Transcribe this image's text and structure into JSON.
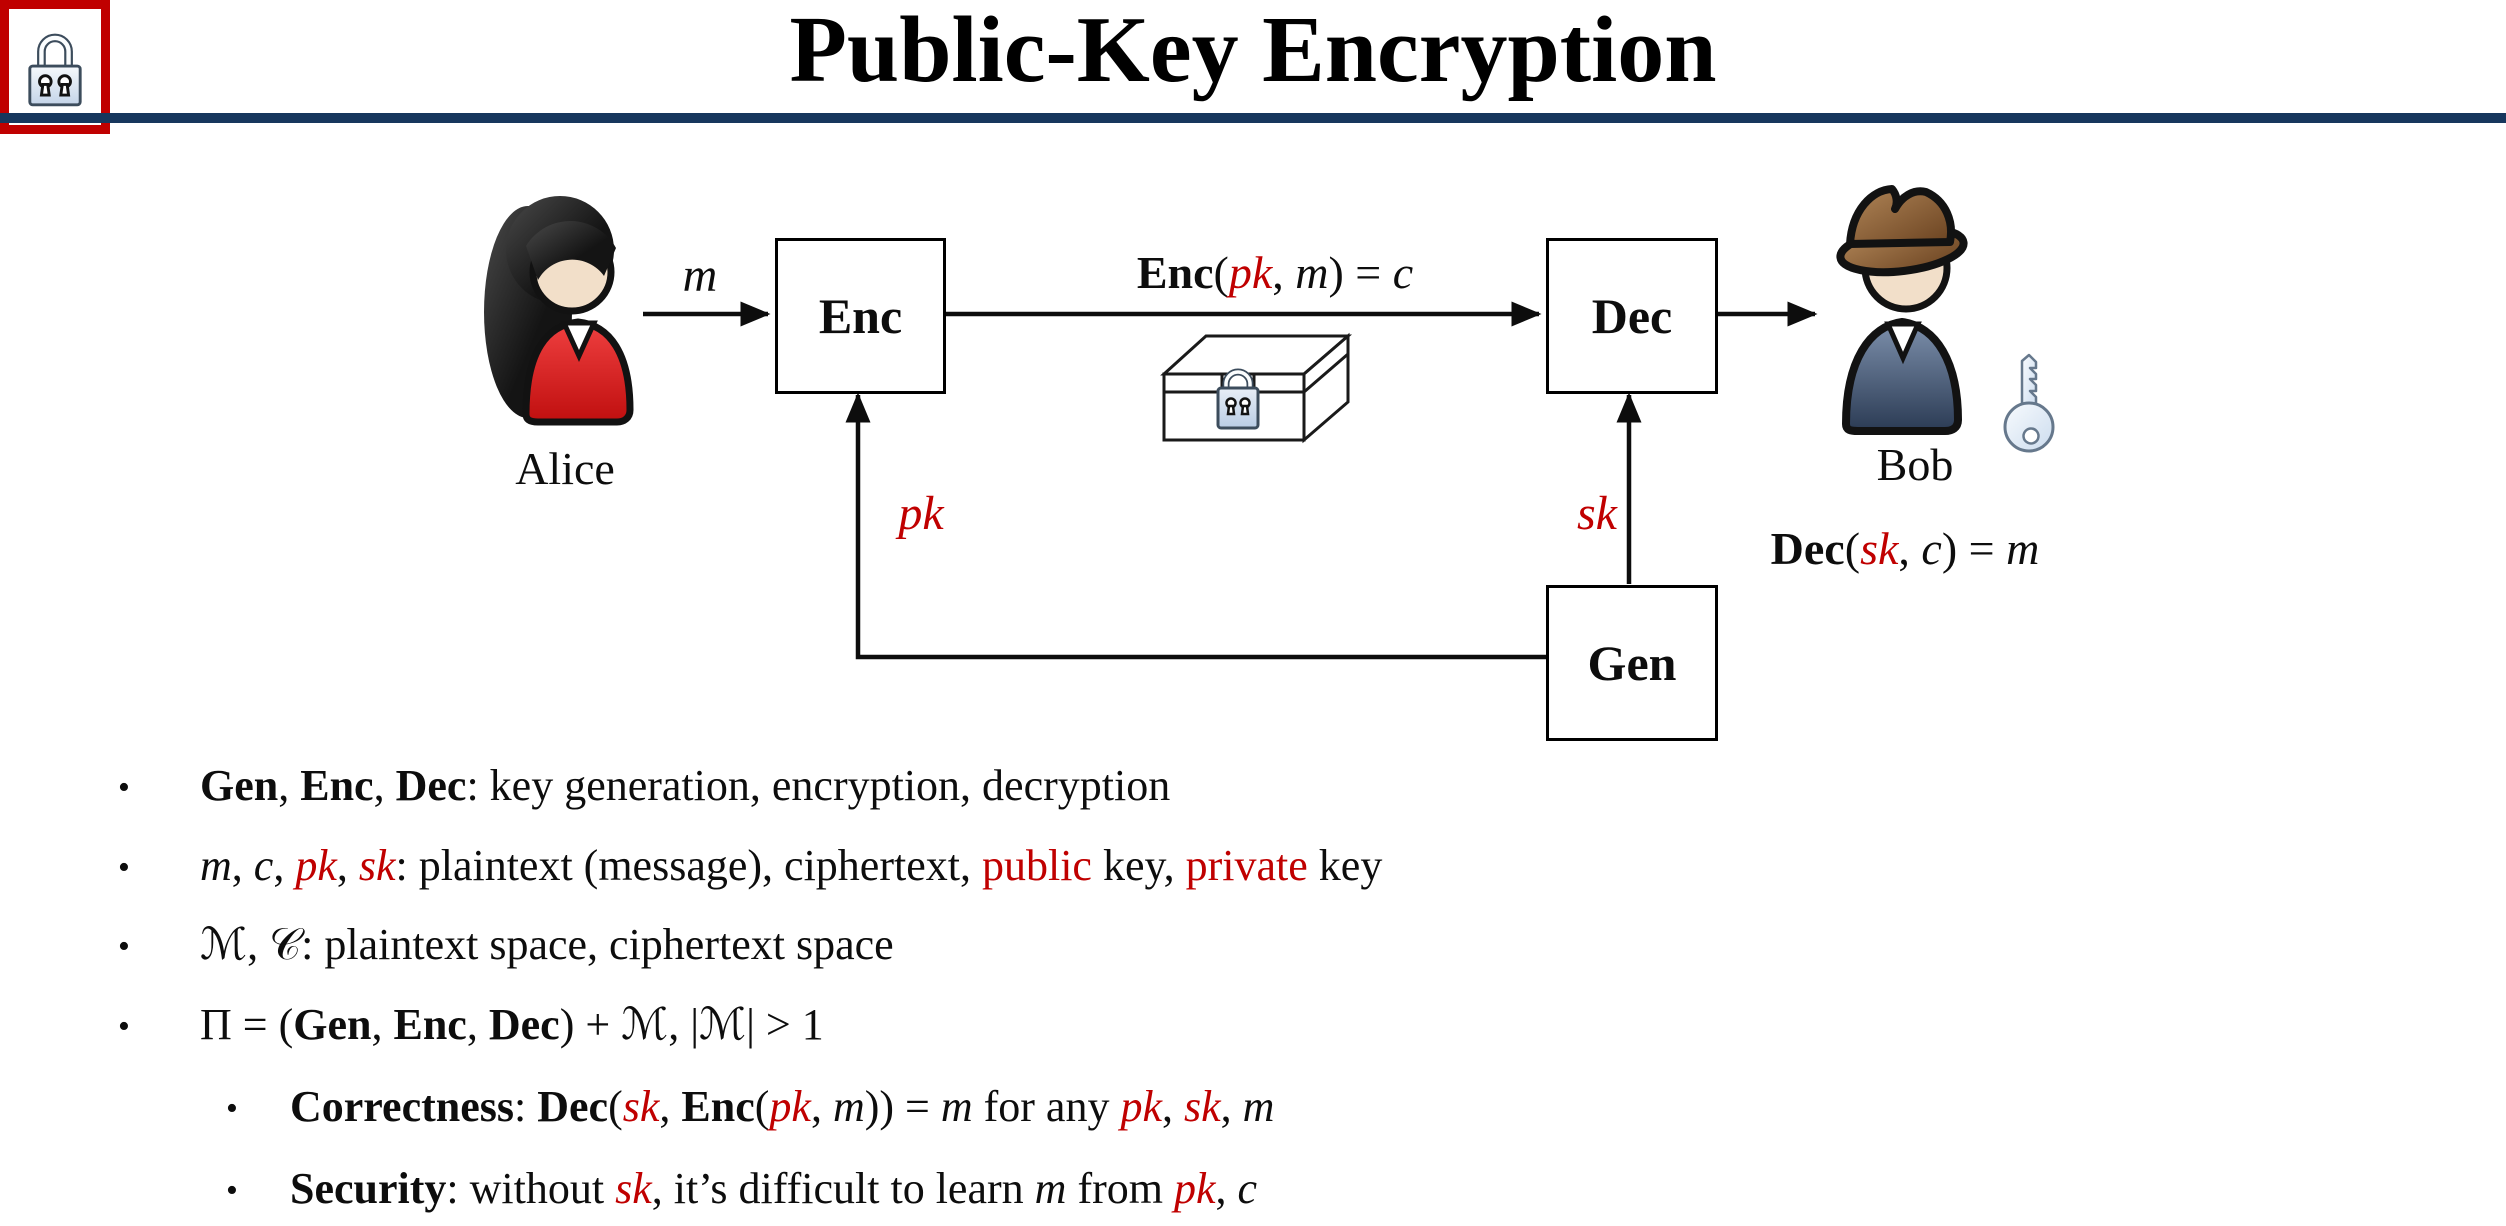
{
  "slide": {
    "title": "Public-Key Encryption"
  },
  "colors": {
    "accent_navy": "#17375d",
    "variable_red": "#c00000",
    "box_border": "#000000",
    "badge_border_red": "#c00000"
  },
  "diagram": {
    "actors": {
      "sender_label": "Alice",
      "receiver_label": "Bob"
    },
    "boxes": {
      "enc_label": "Enc",
      "dec_label": "Dec",
      "gen_label": "Gen"
    },
    "wire_labels": {
      "message": "m",
      "public_key": "pk",
      "secret_key": "sk"
    },
    "icons": {
      "sender": "alice-person-icon",
      "receiver": "bob-person-icon",
      "public_key_badge": "padlock-icon",
      "ciphertext": "locked-chest-icon",
      "secret_key": "key-icon"
    },
    "formulas": {
      "encrypt": [
        {
          "t": "Enc",
          "c": "b"
        },
        {
          "t": "("
        },
        {
          "t": "pk",
          "c": "ri"
        },
        {
          "t": ", "
        },
        {
          "t": "m",
          "c": "i"
        },
        {
          "t": ") = "
        },
        {
          "t": "c",
          "c": "i"
        }
      ],
      "decrypt": [
        {
          "t": "Dec",
          "c": "b"
        },
        {
          "t": "("
        },
        {
          "t": "sk",
          "c": "ri"
        },
        {
          "t": ", "
        },
        {
          "t": "c",
          "c": "i"
        },
        {
          "t": ") = "
        },
        {
          "t": "m",
          "c": "i"
        }
      ]
    }
  },
  "bullets": [
    {
      "level": 1,
      "segments": [
        {
          "t": "Gen",
          "c": "b"
        },
        {
          "t": ", "
        },
        {
          "t": "Enc",
          "c": "b"
        },
        {
          "t": ", "
        },
        {
          "t": "Dec",
          "c": "b"
        },
        {
          "t": ": key generation, encryption, decryption"
        }
      ]
    },
    {
      "level": 1,
      "segments": [
        {
          "t": "m",
          "c": "i"
        },
        {
          "t": ", "
        },
        {
          "t": "c",
          "c": "i"
        },
        {
          "t": ", "
        },
        {
          "t": "pk",
          "c": "ri"
        },
        {
          "t": ", "
        },
        {
          "t": "sk",
          "c": "ri"
        },
        {
          "t": ": plaintext (message), ciphertext, "
        },
        {
          "t": "public",
          "c": "r"
        },
        {
          "t": " key, "
        },
        {
          "t": "private",
          "c": "r"
        },
        {
          "t": " key"
        }
      ]
    },
    {
      "level": 1,
      "segments": [
        {
          "t": "ℳ",
          "c": "scr"
        },
        {
          "t": ", "
        },
        {
          "t": "𝒞",
          "c": "scr"
        },
        {
          "t": ": plaintext space, ciphertext space"
        }
      ]
    },
    {
      "level": 1,
      "segments": [
        {
          "t": "Π = ("
        },
        {
          "t": "Gen",
          "c": "b"
        },
        {
          "t": ", "
        },
        {
          "t": "Enc",
          "c": "b"
        },
        {
          "t": ", "
        },
        {
          "t": "Dec",
          "c": "b"
        },
        {
          "t": ") + "
        },
        {
          "t": "ℳ",
          "c": "scr"
        },
        {
          "t": ", |"
        },
        {
          "t": "ℳ",
          "c": "scr"
        },
        {
          "t": "| > 1"
        }
      ]
    },
    {
      "level": 2,
      "segments": [
        {
          "t": "Correctness",
          "c": "b"
        },
        {
          "t": ": "
        },
        {
          "t": "Dec",
          "c": "b"
        },
        {
          "t": "("
        },
        {
          "t": "sk",
          "c": "ri"
        },
        {
          "t": ", "
        },
        {
          "t": "Enc",
          "c": "b"
        },
        {
          "t": "("
        },
        {
          "t": "pk",
          "c": "ri"
        },
        {
          "t": ", "
        },
        {
          "t": "m",
          "c": "i"
        },
        {
          "t": ")) = "
        },
        {
          "t": "m",
          "c": "i"
        },
        {
          "t": " for any "
        },
        {
          "t": "pk",
          "c": "ri"
        },
        {
          "t": ", "
        },
        {
          "t": "sk",
          "c": "ri"
        },
        {
          "t": ", "
        },
        {
          "t": "m",
          "c": "i"
        }
      ]
    },
    {
      "level": 2,
      "segments": [
        {
          "t": "Security",
          "c": "b"
        },
        {
          "t": ": without "
        },
        {
          "t": "sk",
          "c": "ri"
        },
        {
          "t": ", it’s difficult to learn "
        },
        {
          "t": "m",
          "c": "i"
        },
        {
          "t": " from "
        },
        {
          "t": "pk",
          "c": "ri"
        },
        {
          "t": ", "
        },
        {
          "t": "c",
          "c": "i"
        }
      ]
    }
  ]
}
